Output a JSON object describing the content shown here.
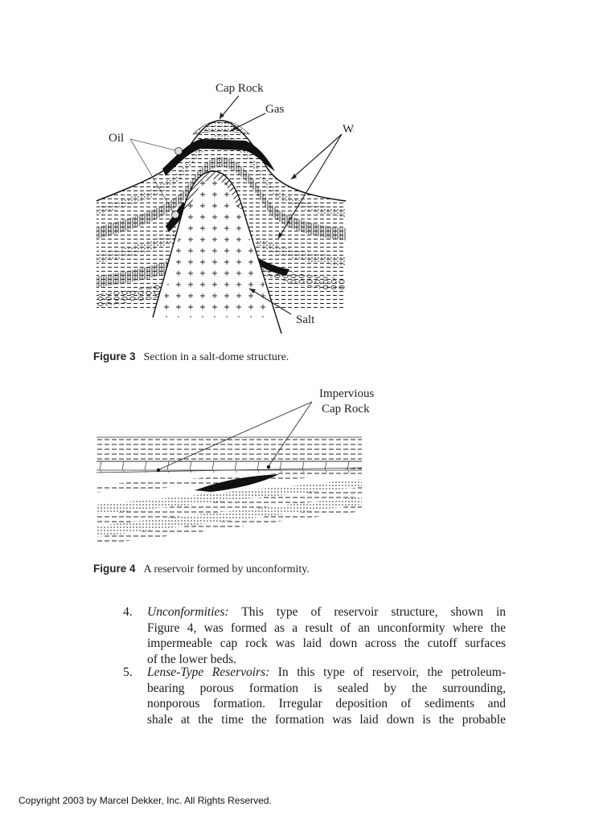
{
  "figure3": {
    "labels": {
      "cap_rock": "Cap Rock",
      "gas": "Gas",
      "water": "Water",
      "oil": "Oil",
      "salt": "Salt"
    },
    "caption_num": "Figure 3",
    "caption_text": "Section in a salt-dome structure."
  },
  "figure4": {
    "labels": {
      "impervious": "Impervious",
      "cap_rock": "Cap Rock"
    },
    "caption_num": "Figure 4",
    "caption_text": "A reservoir formed by unconformity."
  },
  "items": [
    {
      "number": "4.",
      "term": "Unconformities:",
      "lines": [
        " This type of reservoir structure, shown in",
        "Figure 4, was formed as a result of an unconformity where the",
        "impermeable cap rock was laid down across the cutoff surfaces",
        "of the lower beds."
      ]
    },
    {
      "number": "5.",
      "term": "Lense-Type Reservoirs:",
      "lines": [
        " In this type of reservoir, the petroleum-",
        "bearing porous formation is sealed by the surrounding,",
        "nonporous formation. Irregular deposition of sediments and",
        "shale at the time the formation was laid down is the probable"
      ]
    }
  ],
  "footer": {
    "copyright": "Copyright 2003 by Marcel Dekker, Inc. All Rights Reserved."
  }
}
